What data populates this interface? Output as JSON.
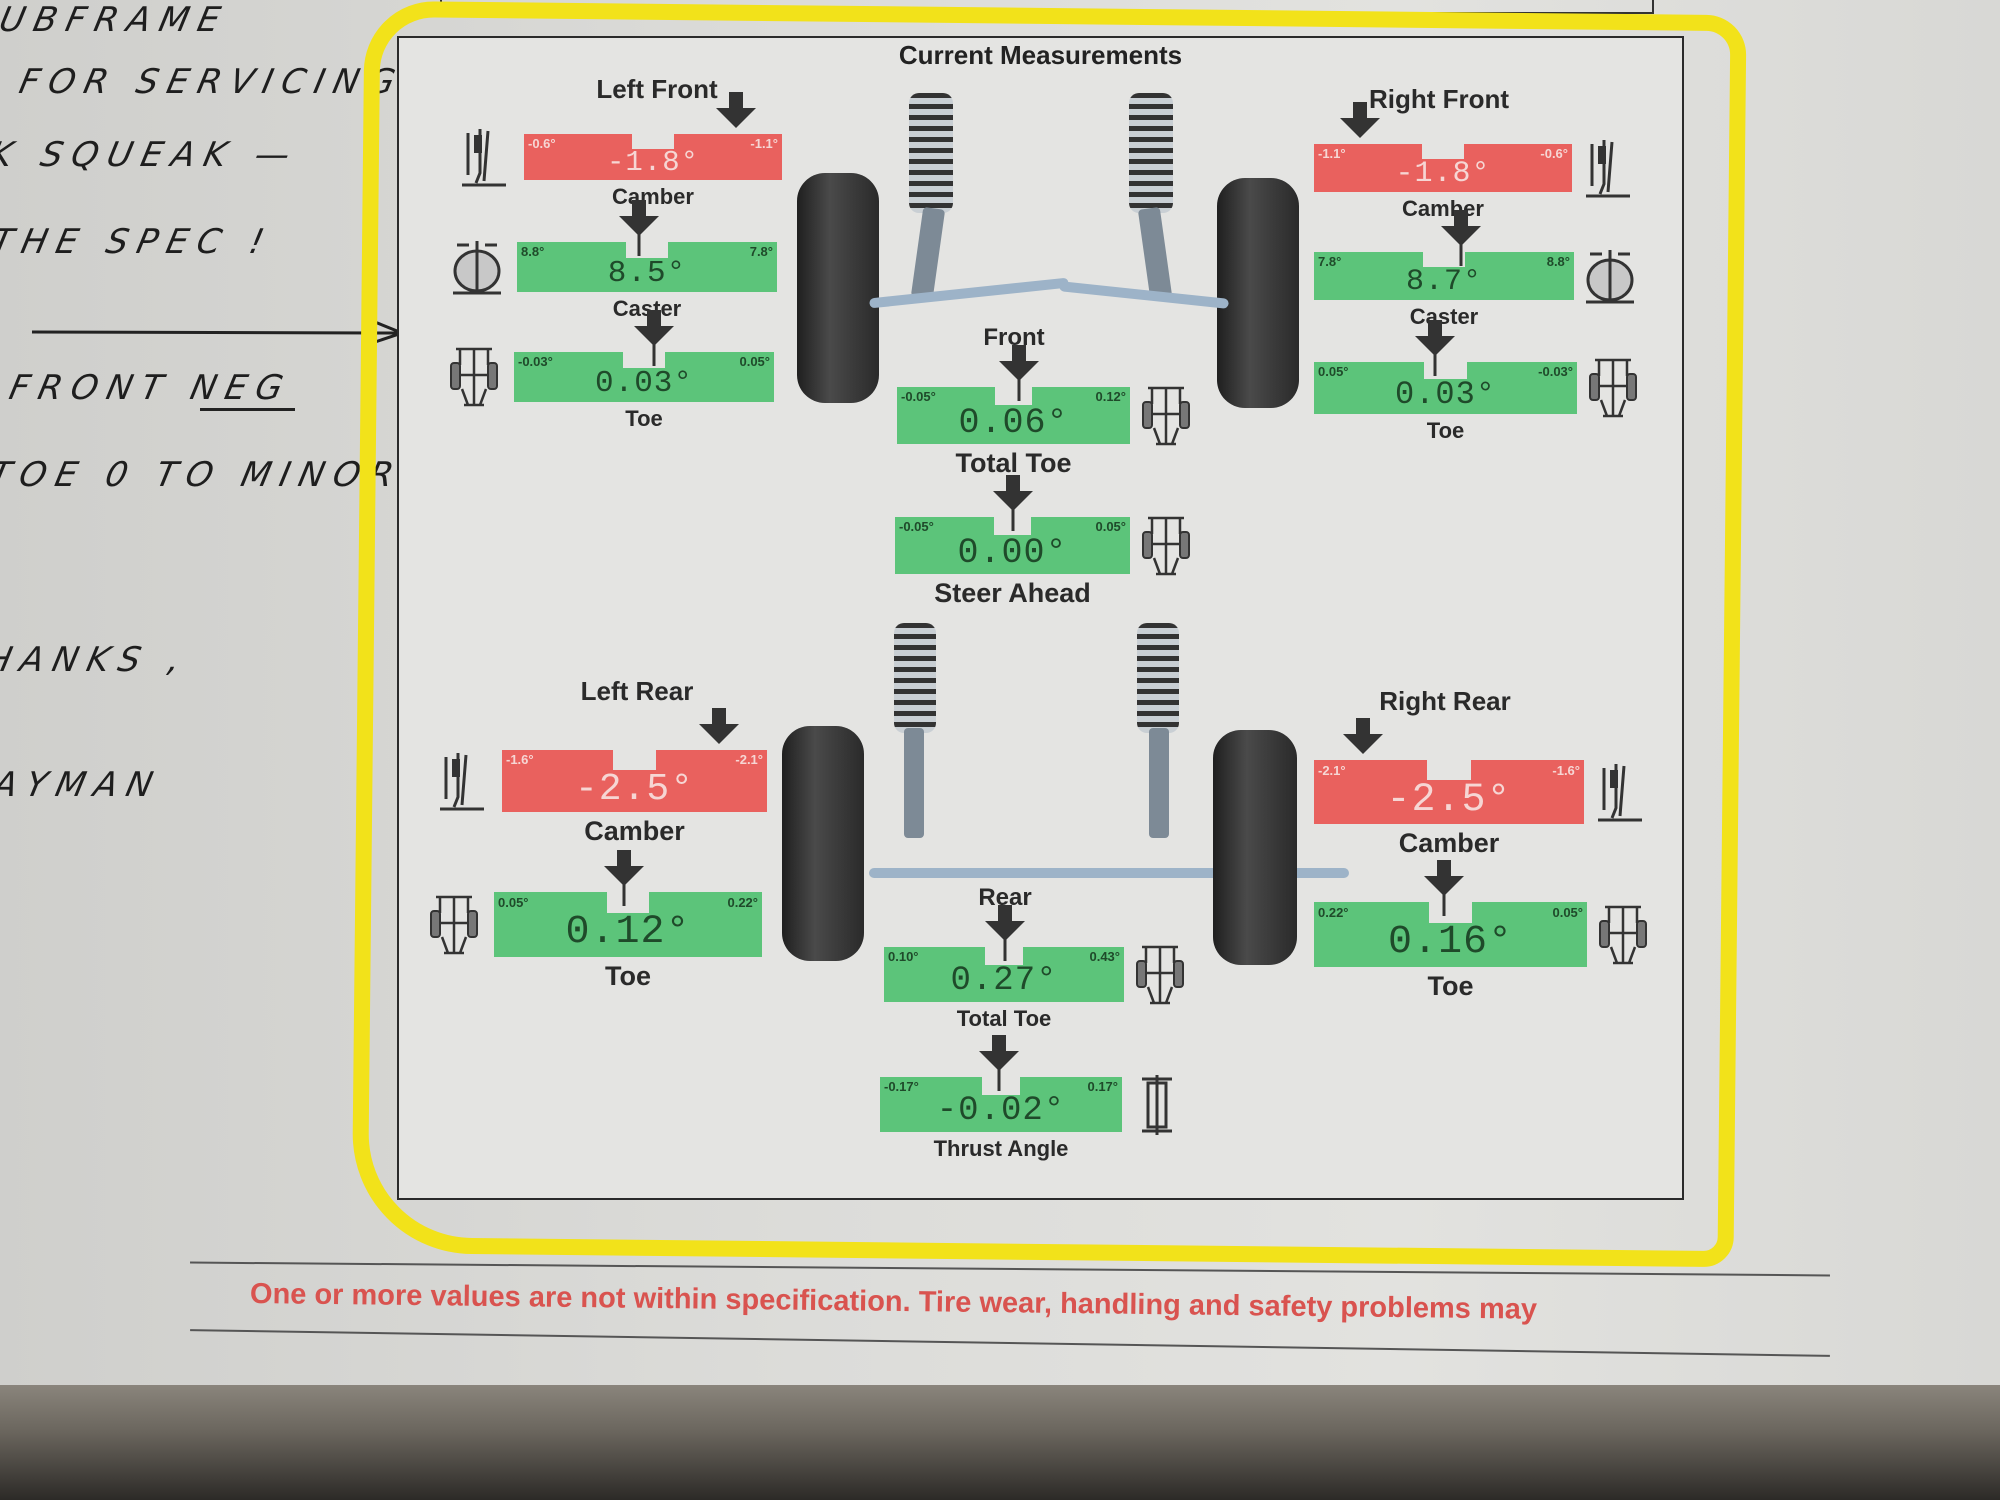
{
  "notes": {
    "lines": [
      "UBFRAME",
      "FOR  SERVICING",
      "K  SQUEAK —",
      "THE SPEC !",
      "FRONT NEG",
      "TOE  0  TO  MINOR",
      "HANKS ,",
      "AYMAN"
    ]
  },
  "report": {
    "title": "Current Measurements",
    "sections": {
      "left_front": "Left Front",
      "right_front": "Right Front",
      "front": "Front",
      "left_rear": "Left Rear",
      "right_rear": "Right Rear",
      "rear": "Rear"
    },
    "gauges": {
      "lf_camber": {
        "label": "Camber",
        "min": "-0.6°",
        "max": "-1.1°",
        "value": "-1.8°",
        "status": "out",
        "icon": "camber-icon"
      },
      "lf_caster": {
        "label": "Caster",
        "min": "8.8°",
        "max": "7.8°",
        "value": "8.5°",
        "status": "ok",
        "icon": "caster-icon"
      },
      "lf_toe": {
        "label": "Toe",
        "min": "-0.03°",
        "max": "0.05°",
        "value": "0.03°",
        "status": "ok",
        "icon": "toe-icon"
      },
      "rf_camber": {
        "label": "Camber",
        "min": "-1.1°",
        "max": "-0.6°",
        "value": "-1.8°",
        "status": "out",
        "icon": "camber-icon"
      },
      "rf_caster": {
        "label": "Caster",
        "min": "7.8°",
        "max": "8.8°",
        "value": "8.7°",
        "status": "ok",
        "icon": "caster-icon"
      },
      "rf_toe": {
        "label": "Toe",
        "min": "0.05°",
        "max": "-0.03°",
        "value": "0.03°",
        "status": "ok",
        "icon": "toe-icon"
      },
      "front_total_toe": {
        "label": "Total Toe",
        "min": "-0.05°",
        "max": "0.12°",
        "value": "0.06°",
        "status": "ok",
        "icon": "total-toe-icon"
      },
      "steer_ahead": {
        "label": "Steer Ahead",
        "min": "-0.05°",
        "max": "0.05°",
        "value": "0.00°",
        "status": "ok",
        "icon": "steer-ahead-icon"
      },
      "lr_camber": {
        "label": "Camber",
        "min": "-1.6°",
        "max": "-2.1°",
        "value": "-2.5°",
        "status": "out",
        "icon": "camber-icon"
      },
      "lr_toe": {
        "label": "Toe",
        "min": "0.05°",
        "max": "0.22°",
        "value": "0.12°",
        "status": "ok",
        "icon": "toe-icon"
      },
      "rr_camber": {
        "label": "Camber",
        "min": "-2.1°",
        "max": "-1.6°",
        "value": "-2.5°",
        "status": "out",
        "icon": "camber-icon"
      },
      "rr_toe": {
        "label": "Toe",
        "min": "0.22°",
        "max": "0.05°",
        "value": "0.16°",
        "status": "ok",
        "icon": "toe-icon"
      },
      "rear_total_toe": {
        "label": "Total Toe",
        "min": "0.10°",
        "max": "0.43°",
        "value": "0.27°",
        "status": "ok",
        "icon": "total-toe-icon"
      },
      "thrust_angle": {
        "label": "Thrust Angle",
        "min": "-0.17°",
        "max": "0.17°",
        "value": "-0.02°",
        "status": "ok",
        "icon": "thrust-angle-icon"
      }
    },
    "warning": "One or more values are not within specification.  Tire wear, handling and safety problems may"
  },
  "colors": {
    "ok": "#5cc47a",
    "ok_text": "#1f4a2a",
    "out": "#e9615e",
    "out_text": "#f6d6d4",
    "highlight": "#f2e21a"
  }
}
